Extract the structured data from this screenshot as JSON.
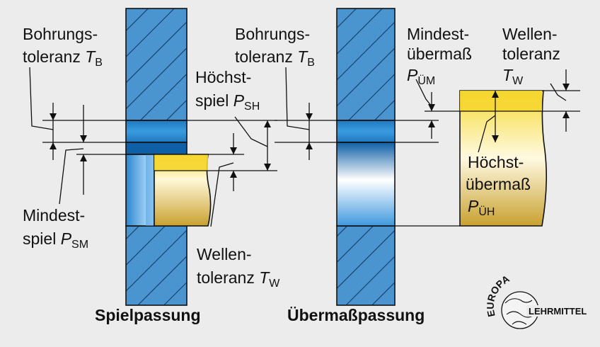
{
  "left": {
    "bohrung_label": {
      "line1": "Bohrungs-",
      "line2": "toleranz",
      "sym": "T",
      "sub": "B"
    },
    "hoechstspiel_label": {
      "line1": "Höchst-",
      "line2": "spiel",
      "sym": "P",
      "sub": "SH"
    },
    "mindestspiel_label": {
      "line1": "Mindest-",
      "line2": "spiel",
      "sym": "P",
      "sub": "SM"
    },
    "wellen_label": {
      "line1": "Wellen-",
      "line2": "toleranz",
      "sym": "T",
      "sub": "W"
    },
    "caption": "Spielpassung"
  },
  "right": {
    "bohrung_label": {
      "line1": "Bohrungs-",
      "line2": "toleranz",
      "sym": "T",
      "sub": "B"
    },
    "mindestuebermass_label": {
      "line1": "Mindest-",
      "line2": "übermaß",
      "sym": "P",
      "sub": "ÜM"
    },
    "wellen_label": {
      "line1": "Wellen-",
      "line2": "toleranz",
      "sym": "T",
      "sub": "W"
    },
    "hoechstuebermass_label": {
      "line1": "Höchst-",
      "line2": "übermaß",
      "sym": "P",
      "sub": "ÜH"
    },
    "caption": "Übermaßpassung"
  },
  "logo": {
    "top": "EUROPA",
    "bottom": "LEHRMITTEL"
  },
  "colors": {
    "background": "#ececec",
    "bore_blue": "#2e8fd4",
    "shaft_yellow": "#f7dc3a",
    "shaft_gold": "#c8a42a"
  }
}
